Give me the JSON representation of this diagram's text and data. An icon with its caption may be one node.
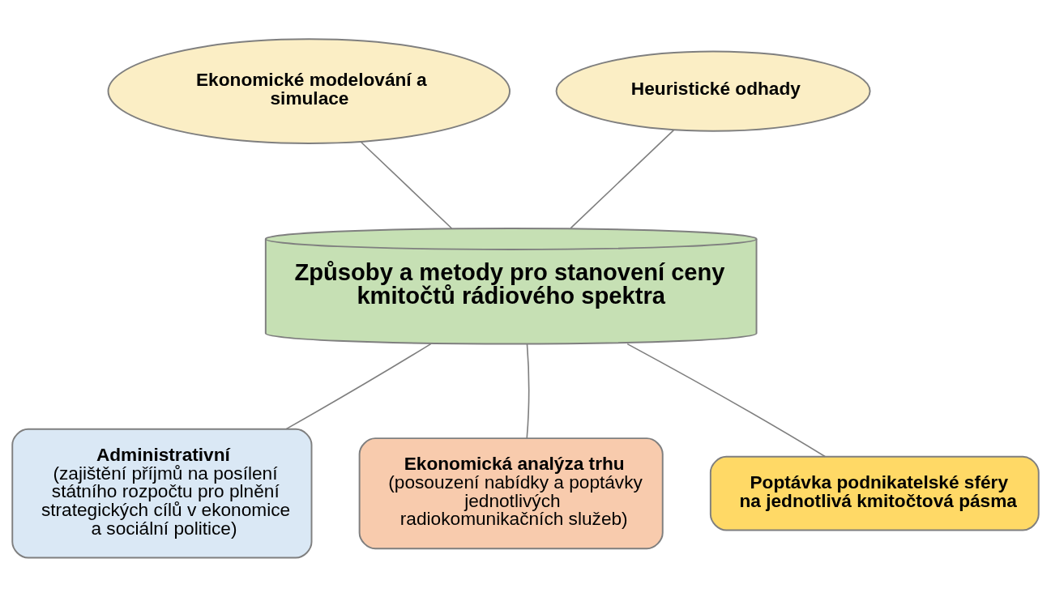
{
  "diagram": {
    "nodes": [
      {
        "text": [
          "Ekonomické modelování a simulace"
        ]
      },
      {
        "text": [
          "Heuristické odhady"
        ]
      },
      {
        "text": [
          "Způsoby a metody pro stanovení ceny kmitočtů rádiového spektra"
        ]
      },
      {
        "text": [
          "Administrativní",
          "(zajištění příjmů na posílení státního rozpočtu pro plnění strategických cílů v ekonomice a sociální politice)"
        ]
      },
      {
        "text": [
          "Ekonomická analýza trhu",
          "(posouzení nabídky a poptávky jednotlivých radiokomunikačních služeb)"
        ]
      },
      {
        "text": [
          "Poptávka podnikatelské sféry na jednotlivá kmitočtová pásma"
        ]
      }
    ],
    "edges": [
      {
        "from": 0,
        "to": 2,
        "arrow": "none"
      },
      {
        "from": 1,
        "to": 2,
        "arrow": "none"
      },
      {
        "from": 3,
        "to": 2,
        "arrow": "none"
      },
      {
        "from": 4,
        "to": 2,
        "arrow": "none"
      },
      {
        "from": 5,
        "to": 2,
        "arrow": "none"
      }
    ]
  }
}
